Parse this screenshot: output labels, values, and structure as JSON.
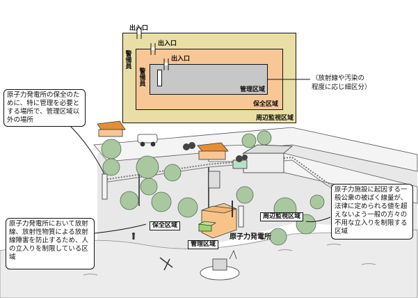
{
  "plan": {
    "entrance_label": "出入口",
    "guard_label": "警備員",
    "controlled_area": "管理区域",
    "protected_area": "保全区域",
    "surrounding_area": "周辺監視区域",
    "subdivision_note": "（放射線や汚染の\n程度に応じ細区分）"
  },
  "callouts": {
    "protected_area_def": "原子力発電所の保全のために、特に管理を必要とする場所で、管理区域以外の場所",
    "surrounding_area_def": "原子力施設に起因する一般公衆の被ばく線量が、法律に定められる値を超えないよう一般の方々の不用な立入りを制限する区域",
    "controlled_area_def": "原子力発電所において放射線、放射性物質による放射線障害を防止するため、人の立入りを制限している区域"
  },
  "scene_labels": {
    "protected_area": "保全区域",
    "surrounding_area": "周辺監視区域",
    "controlled_area": "管理区域",
    "power_plant": "原子力発電所"
  },
  "colors": {
    "surrounding_fill": "#e9dfa6",
    "protected_fill": "#f7c796",
    "controlled_fill": "#c7c7c7",
    "land": "#e8e8e8",
    "road": "#f4f4f4",
    "tree": "#a9c8a0",
    "house_roof": "#e48f35",
    "plant_building": "#f6c489",
    "reactor": "#9bd36c",
    "sea": "#ececec"
  }
}
